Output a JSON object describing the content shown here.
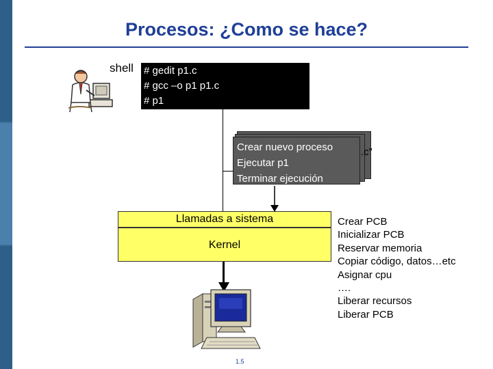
{
  "slide": {
    "title": "Procesos: ¿Como se hace?",
    "page_number": "1.5"
  },
  "shell": {
    "label": "shell",
    "commands": [
      "# gedit p1.c",
      "# gcc –o p1 p1.c",
      "# p1"
    ]
  },
  "process_card": {
    "lines": [
      "Crear nuevo proceso",
      "Ejecutar p1",
      "Terminar ejecución"
    ],
    "peek_text": ".c”"
  },
  "layers": {
    "syscalls": "Llamadas a sistema",
    "kernel": "Kernel"
  },
  "kernel_steps": [
    "Crear PCB",
    "Inicializar PCB",
    "Reservar memoria",
    "Copiar código, datos…etc",
    "Asignar cpu",
    "….",
    "Liberar recursos",
    "Liberar PCB"
  ],
  "colors": {
    "title": "#1f3f96",
    "kernel_fill": "#ffff66",
    "terminal_bg": "#000000",
    "card_bg": "#5a5a5a"
  },
  "icons": [
    "person-at-computer-icon",
    "desktop-computer-icon"
  ]
}
